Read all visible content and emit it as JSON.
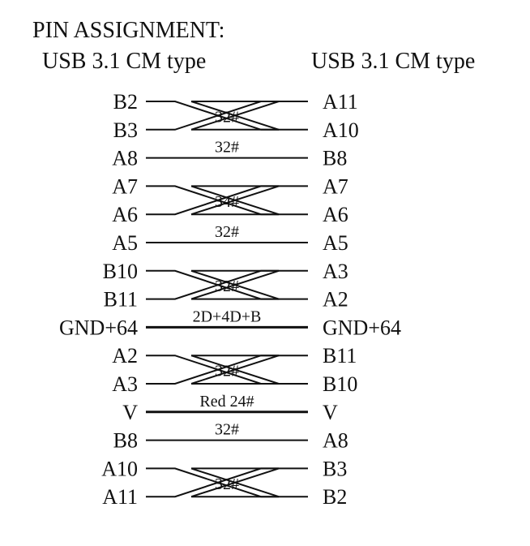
{
  "title": "PIN ASSIGNMENT:",
  "left_header": "USB 3.1 CM type",
  "right_header": "USB 3.1 CM type",
  "colors": {
    "line": "#111111",
    "background": "#ffffff"
  },
  "connections": [
    {
      "kind": "cross",
      "wire": "32#",
      "top": {
        "left": "B2",
        "right": "A11"
      },
      "bottom": {
        "left": "B3",
        "right": "A10"
      }
    },
    {
      "kind": "straight",
      "wire": "32#",
      "left": "A8",
      "right": "B8"
    },
    {
      "kind": "cross",
      "wire": "34#",
      "top": {
        "left": "A7",
        "right": "A7"
      },
      "bottom": {
        "left": "A6",
        "right": "A6"
      }
    },
    {
      "kind": "straight",
      "wire": "32#",
      "left": "A5",
      "right": "A5"
    },
    {
      "kind": "cross",
      "wire": "32#",
      "top": {
        "left": "B10",
        "right": "A3"
      },
      "bottom": {
        "left": "B11",
        "right": "A2"
      }
    },
    {
      "kind": "straight",
      "wire": "2D+4D+B",
      "left": "GND+64",
      "right": "GND+64",
      "thick": true
    },
    {
      "kind": "cross",
      "wire": "32#",
      "top": {
        "left": "A2",
        "right": "B11"
      },
      "bottom": {
        "left": "A3",
        "right": "B10"
      }
    },
    {
      "kind": "straight",
      "wire": "Red 24#",
      "left": "V",
      "right": "V",
      "thick": true
    },
    {
      "kind": "straight",
      "wire": "32#",
      "left": "B8",
      "right": "A8"
    },
    {
      "kind": "cross",
      "wire": "32#",
      "top": {
        "left": "A10",
        "right": "B3"
      },
      "bottom": {
        "left": "A11",
        "right": "B2"
      }
    }
  ]
}
